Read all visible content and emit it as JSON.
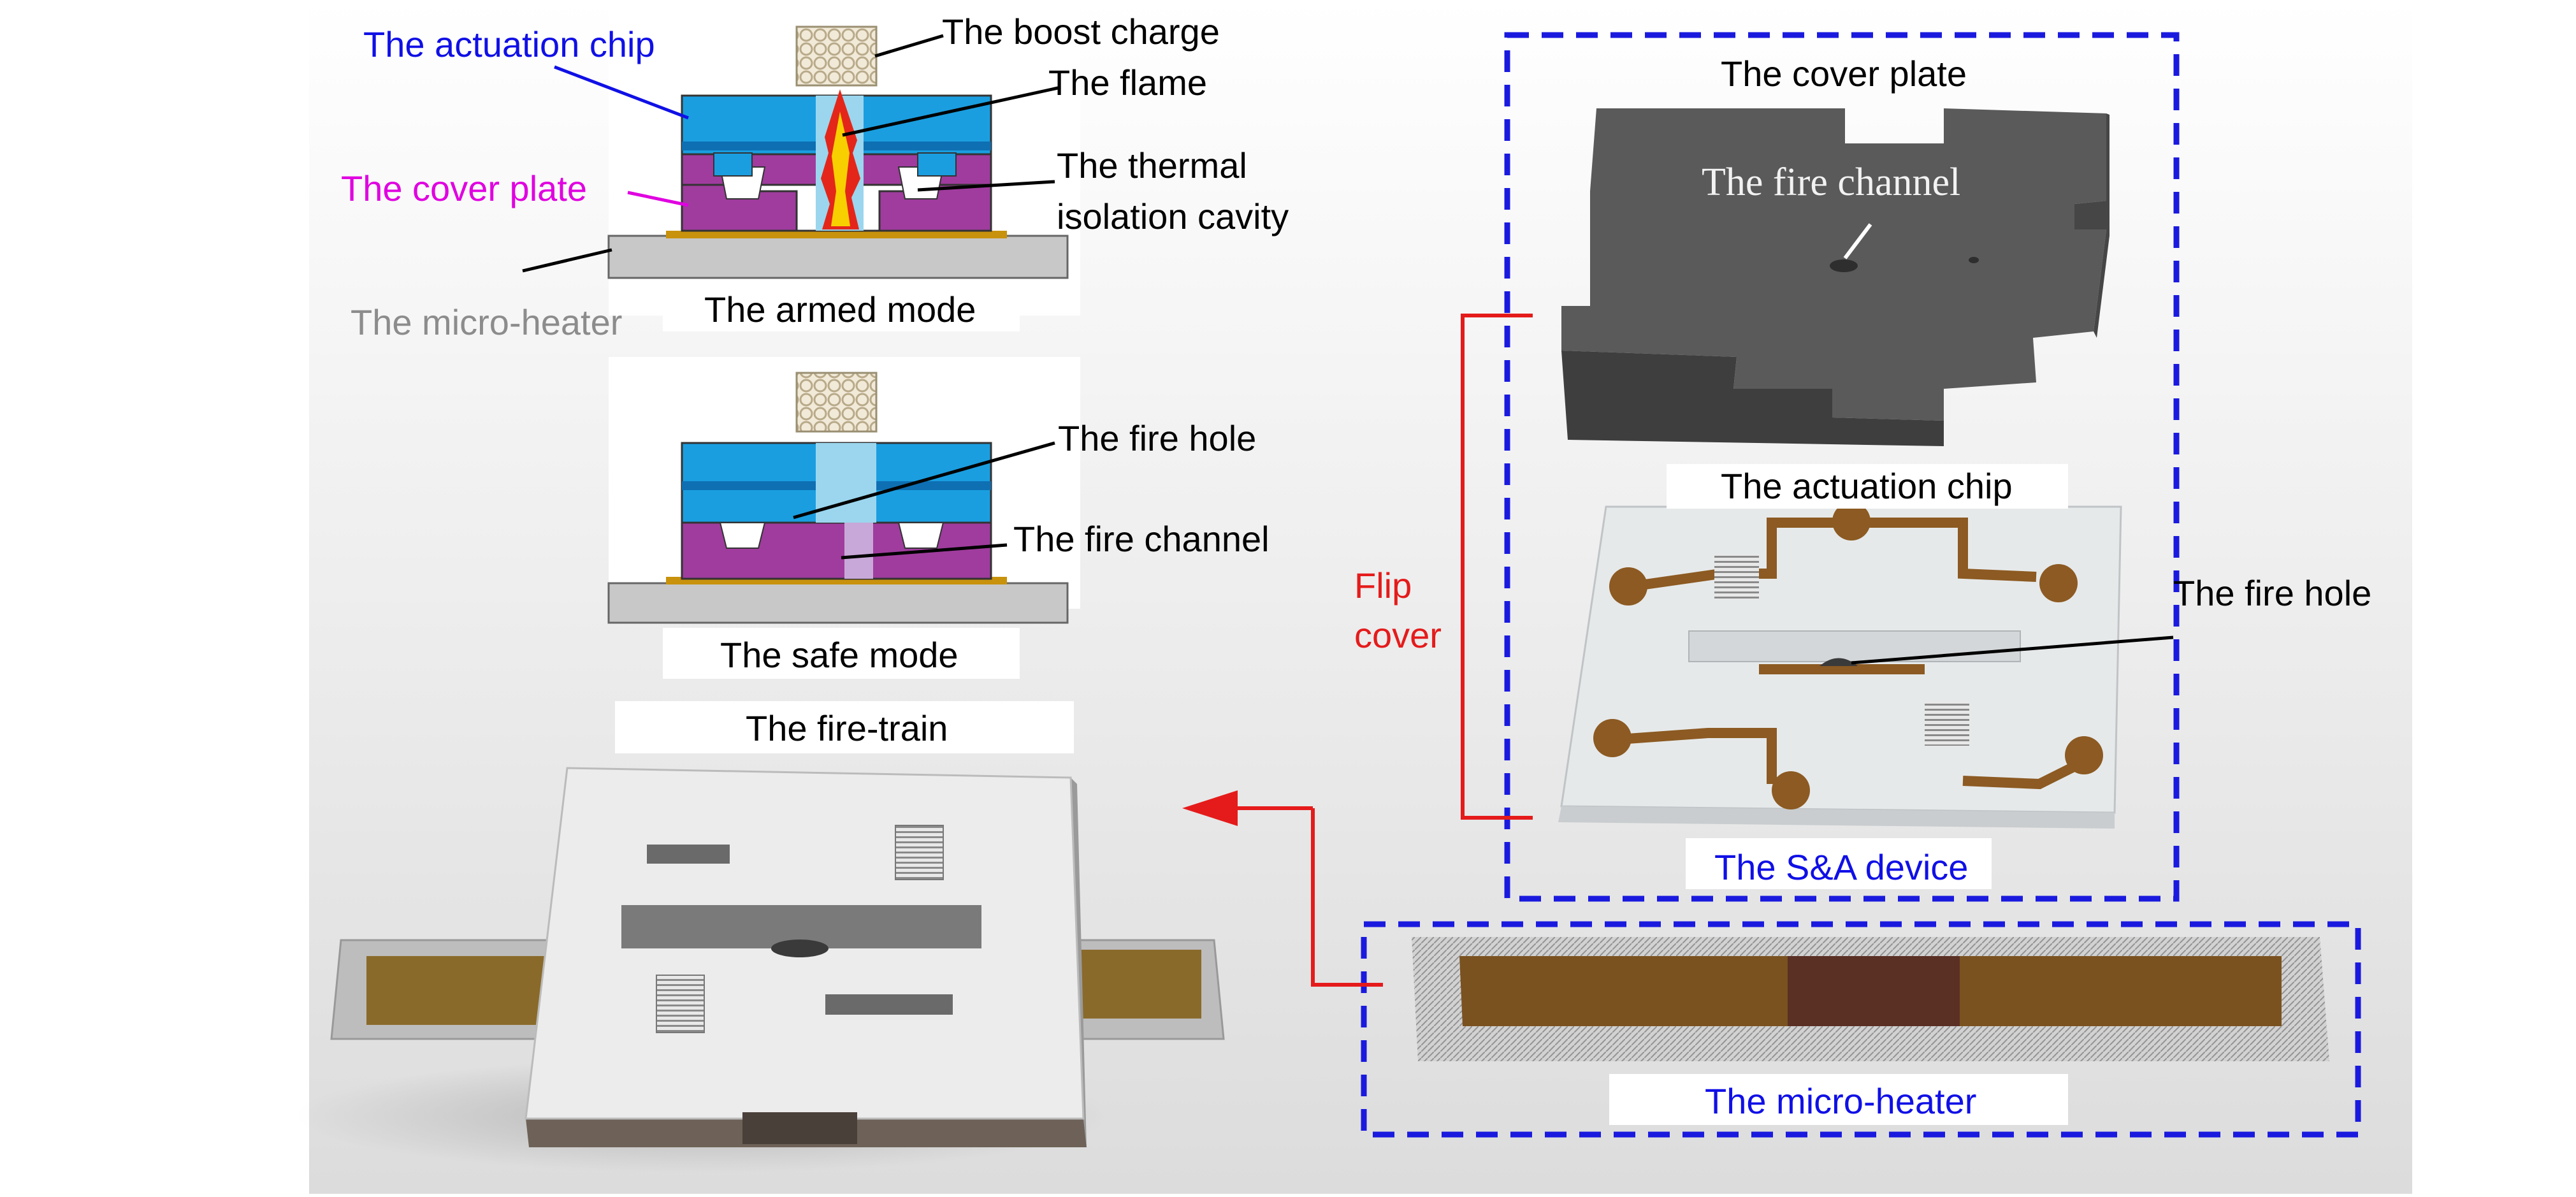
{
  "top_cross_section": {
    "labels": {
      "actuation_chip": "The actuation chip",
      "cover_plate": "The cover plate",
      "micro_heater": "The micro-heater",
      "boost_charge": "The boost charge",
      "flame": "The flame",
      "thermal_isolation_cavity": "The thermal\nisolation cavity"
    },
    "caption": "The armed mode"
  },
  "bottom_cross_section": {
    "labels": {
      "fire_hole": "The fire hole",
      "fire_channel": "The fire channel"
    },
    "caption": "The safe mode"
  },
  "fire_train_title": "The fire-train",
  "exploded_view": {
    "cover_plate_title": "The cover plate",
    "fire_channel_label": "The fire channel",
    "actuation_chip_title": "The actuation chip",
    "fire_hole_label": "The fire hole",
    "sa_device_label": "The S&A device",
    "micro_heater_label": "The micro-heater",
    "flip_cover": "Flip\ncover"
  },
  "colors": {
    "actuation_chip": "#1a9ee0",
    "cover_plate_section": "#a03c9e",
    "heater_base": "#c8c8c8",
    "heater_strip": "#c8920c",
    "blue_label": "#1010e6",
    "magenta_label": "#e000e0",
    "gray_label": "#8c8c8c",
    "red": "#e51b1b",
    "dashed_box": "#1a1adf",
    "cover_plate_3d": "#5a5a5a",
    "copper_pad": "#8c5a22"
  }
}
